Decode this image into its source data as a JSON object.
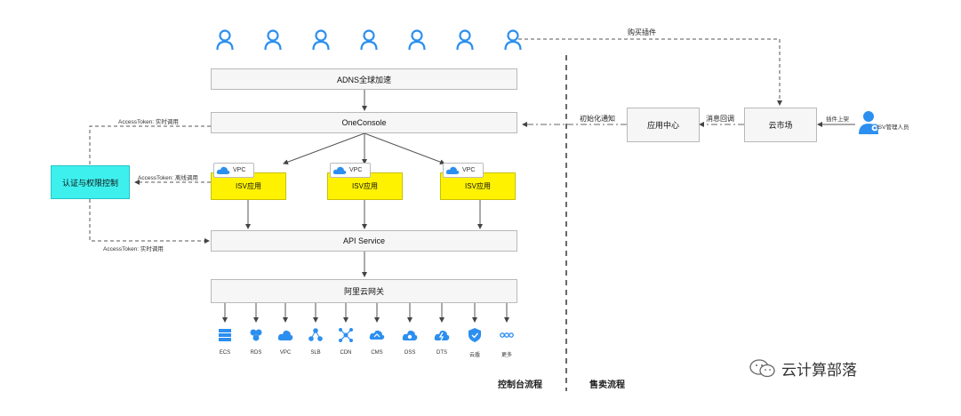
{
  "users": {
    "count": 7
  },
  "edges": {
    "buy_plugin": "购买插件",
    "init_notify": "初始化通知",
    "msg_callback": "消息回调",
    "plugin_list": "插件上架",
    "token_realtime_top": "AccessToken: 实时调用",
    "token_offline": "AccessToken: 离线调用",
    "token_realtime_bottom": "AccessToken: 实时调用"
  },
  "nodes": {
    "adns": "ADNS全球加速",
    "oneconsole": "OneConsole",
    "auth": "认证与权限控制",
    "isv_apps": [
      {
        "vpc": "VPC",
        "label": "ISV应用"
      },
      {
        "vpc": "VPC",
        "label": "ISV应用"
      },
      {
        "vpc": "VPC",
        "label": "ISV应用"
      }
    ],
    "api_service": "API Service",
    "gateway": "阿里云网关",
    "app_center": "应用中心",
    "market": "云市场",
    "isv_admin": "ISV管理人员"
  },
  "services": [
    {
      "name": "ECS",
      "icon": "ecs-icon"
    },
    {
      "name": "RDS",
      "icon": "rds-icon"
    },
    {
      "name": "VPC",
      "icon": "vpc-icon"
    },
    {
      "name": "SLB",
      "icon": "slb-icon"
    },
    {
      "name": "CDN",
      "icon": "cdn-icon"
    },
    {
      "name": "CMS",
      "icon": "cms-icon"
    },
    {
      "name": "OSS",
      "icon": "oss-icon"
    },
    {
      "name": "DTS",
      "icon": "dts-icon"
    },
    {
      "name": "云盾",
      "icon": "shield-icon"
    },
    {
      "name": "更多",
      "icon": "more-icon"
    }
  ],
  "sections": {
    "console_flow": "控制台流程",
    "sales_flow": "售卖流程"
  },
  "watermark": "云计算部落",
  "colors": {
    "icon_blue": "#2c8ff0",
    "yellow": "#fff200",
    "cyan": "#3df0ee",
    "line": "#555555"
  }
}
